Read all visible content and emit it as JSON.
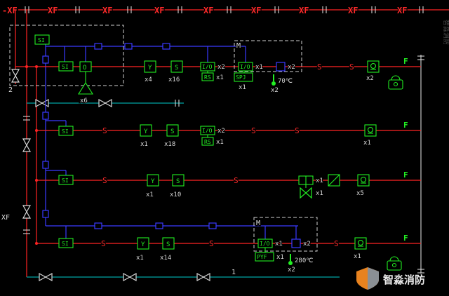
{
  "meta": {
    "drawing_type": "fire-protection-system-schematic"
  },
  "colors": {
    "background": "#000000",
    "pipe_red": "#ff2323",
    "signal_blue": "#3a3aff",
    "device_green": "#22ee22",
    "drain_teal": "#00a5a5",
    "line_white": "#d8d8d8",
    "watermark_orange": "#e8821e"
  },
  "top": {
    "main_riser": "-XF",
    "branch_label": "XF",
    "branch_count": 8
  },
  "left": {
    "riser_label": "XF",
    "valve_number": "2"
  },
  "bottom": {
    "pipe_number": "1"
  },
  "right": {
    "floor_label": "F"
  },
  "labels": {
    "si": "SI",
    "o": "O",
    "y": "Y",
    "s": "S",
    "io": "I/O",
    "rs": "RS",
    "spj": "SPJ",
    "pyf": "PYF",
    "m": "M"
  },
  "zones": [
    {
      "name": "zone-1",
      "y_count": "x4",
      "s_count": "x16",
      "io_count": "x2",
      "rs_count": "x1",
      "m_io_count": "x1",
      "m_module_count": "x2",
      "spj_count": "x1",
      "temp_label": "70℃",
      "temp_count": "x2",
      "indicator_count": "x2",
      "speaker_count": "x6"
    },
    {
      "name": "zone-2",
      "y_count": "x1",
      "s_count": "x18",
      "io_count": "x2",
      "rs_count": "x1",
      "indicator_count": "x1"
    },
    {
      "name": "zone-3",
      "y_count": "x1",
      "s_count": "x10",
      "valve_count": "x1",
      "butterfly_count": "x1",
      "indicator_count": "x5"
    },
    {
      "name": "zone-4",
      "y_count": "x1",
      "s_count": "x14",
      "m_io_count": "x1",
      "m_module_count": "x2",
      "pyf_count": "x1",
      "temp_label": "280℃",
      "temp_count": "x2",
      "indicator_count": "x1"
    }
  ],
  "watermark": {
    "brand": "智淼消防",
    "side": "智淼消防"
  }
}
